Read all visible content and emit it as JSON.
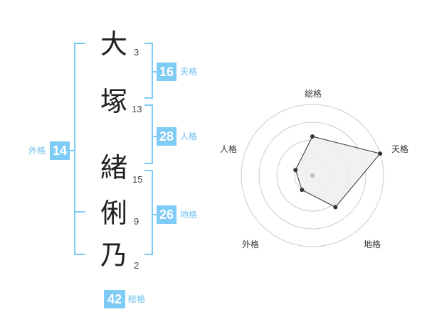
{
  "colors": {
    "accent": "#7ecbf6",
    "label_blue": "#6cc0ee",
    "text": "#222222",
    "radar_fill": "#eeeeee",
    "radar_stroke": "#333333",
    "ring": "#cccccc"
  },
  "name": {
    "characters": [
      {
        "char": "大",
        "strokes": "3"
      },
      {
        "char": "塚",
        "strokes": "13"
      },
      {
        "char": "緒",
        "strokes": "15"
      },
      {
        "char": "俐",
        "strokes": "9"
      },
      {
        "char": "乃",
        "strokes": "2"
      }
    ]
  },
  "fortunes": {
    "tenkaku": {
      "value": "16",
      "label": "天格"
    },
    "jinkaku": {
      "value": "28",
      "label": "人格"
    },
    "chikaku": {
      "value": "26",
      "label": "地格"
    },
    "gaikaku": {
      "value": "14",
      "label": "外格"
    },
    "soukaku": {
      "value": "42",
      "label": "総格"
    }
  },
  "chart_data": {
    "type": "radar",
    "axes": [
      "総格",
      "天格",
      "地格",
      "外格",
      "人格"
    ],
    "values": [
      0.55,
      1.0,
      0.55,
      0.25,
      0.25
    ],
    "range": [
      0,
      1
    ],
    "rings": 4
  }
}
